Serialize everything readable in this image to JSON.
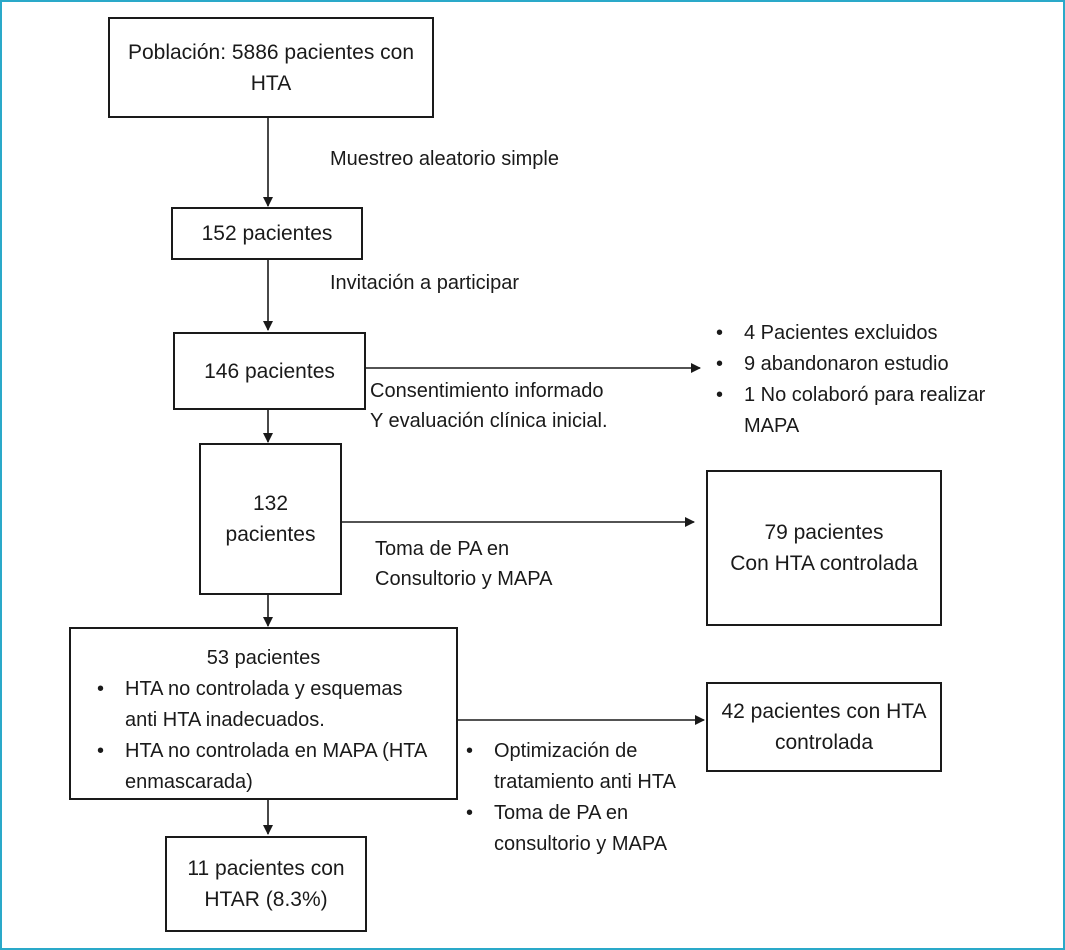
{
  "colors": {
    "frame": "#2aa9c9",
    "line": "#1a1a1a"
  },
  "boxes": {
    "population": {
      "line1": "Población: 5886 pacientes con",
      "line2": "HTA"
    },
    "sample": {
      "text": "152 pacientes"
    },
    "invited": {
      "text": "146 pacientes"
    },
    "evaluated": {
      "line1": "132",
      "line2": "pacientes"
    },
    "controlled_79": {
      "line1": "79 pacientes",
      "line2": "Con HTA controlada"
    },
    "uncontrolled_53": {
      "title": "53 pacientes",
      "items": [
        {
          "line1": "HTA no controlada y esquemas",
          "line2": "anti HTA inadecuados."
        },
        {
          "line1": "HTA no controlada en MAPA (HTA",
          "line2": "enmascarada)"
        }
      ]
    },
    "controlled_42": {
      "line1": "42 pacientes con HTA",
      "line2": "controlada"
    },
    "resistant": {
      "line1": "11 pacientes con",
      "line2": "HTAR (8.3%)"
    }
  },
  "labels": {
    "sampling": "Muestreo aleatorio simple",
    "invitation": "Invitación a participar",
    "consent_line1": "Consentimiento informado",
    "consent_line2": "Y evaluación clínica inicial.",
    "bp_line1": "Toma de PA en",
    "bp_line2": "Consultorio y MAPA"
  },
  "exclusions": [
    {
      "line1": "4 Pacientes excluidos"
    },
    {
      "line1": "9 abandonaron estudio"
    },
    {
      "line1": "1 No colaboró para realizar",
      "line2": "MAPA"
    }
  ],
  "treatment": [
    {
      "line1": "Optimización de",
      "line2": "tratamiento anti HTA"
    },
    {
      "line1": "Toma de PA en",
      "line2": "consultorio y MAPA"
    }
  ]
}
